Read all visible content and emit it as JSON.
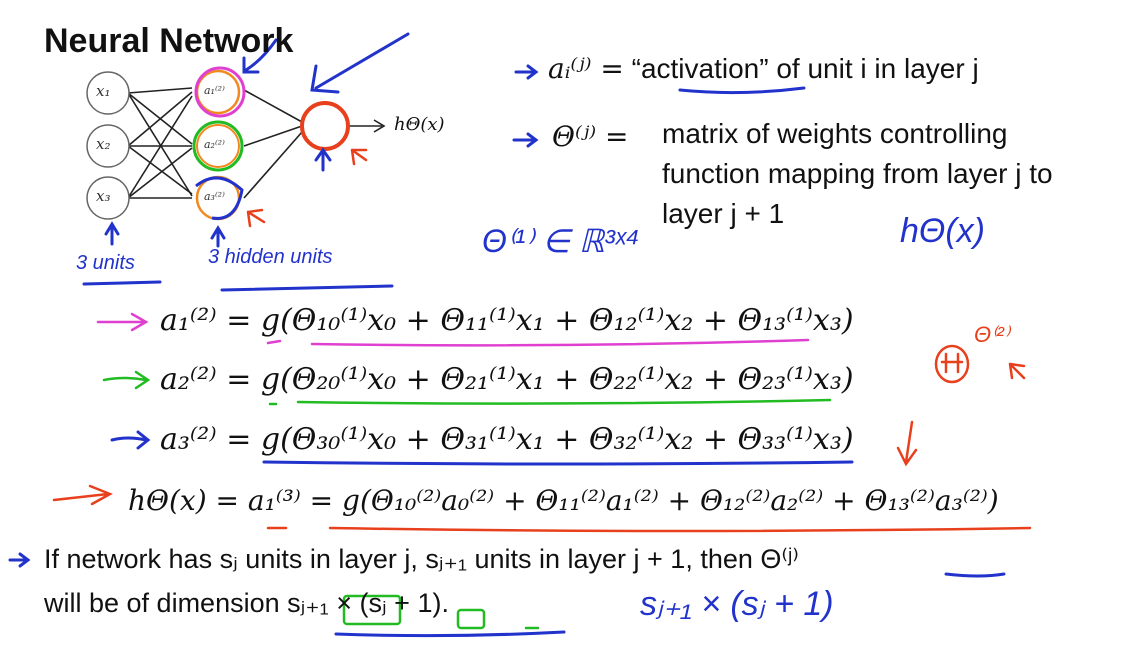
{
  "slide": {
    "title": "Neural Network",
    "network": {
      "inputs": [
        "x₁",
        "x₂",
        "x₃"
      ],
      "hidden": [
        "a₁⁽²⁾",
        "a₂⁽²⁾",
        "a₃⁽²⁾"
      ],
      "output_label": "hΘ(x)"
    },
    "definitions": [
      {
        "symbol": "aᵢ⁽ʲ⁾ =",
        "text": "“activation” of unit i in layer j"
      },
      {
        "symbol": "Θ⁽ʲ⁾ =",
        "lines": [
          "matrix of weights controlling",
          "function mapping from layer j to",
          "layer j + 1"
        ]
      }
    ],
    "equations": [
      "a₁⁽²⁾ = g(Θ₁₀⁽¹⁾x₀ + Θ₁₁⁽¹⁾x₁ + Θ₁₂⁽¹⁾x₂ + Θ₁₃⁽¹⁾x₃)",
      "a₂⁽²⁾ = g(Θ₂₀⁽¹⁾x₀ + Θ₂₁⁽¹⁾x₁ + Θ₂₂⁽¹⁾x₂ + Θ₂₃⁽¹⁾x₃)",
      "a₃⁽²⁾ = g(Θ₃₀⁽¹⁾x₀ + Θ₃₁⁽¹⁾x₁ + Θ₃₂⁽¹⁾x₂ + Θ₃₃⁽¹⁾x₃)",
      "hΘ(x) = a₁⁽³⁾ = g(Θ₁₀⁽²⁾a₀⁽²⁾ + Θ₁₁⁽²⁾a₁⁽²⁾ + Θ₁₂⁽²⁾a₂⁽²⁾ + Θ₁₃⁽²⁾a₃⁽²⁾)"
    ],
    "bottom": {
      "line1": "If network has sⱼ units in layer j, sⱼ₊₁ units in layer j + 1, then Θ⁽ʲ⁾",
      "line2": "will be of dimension sⱼ₊₁ × (sⱼ + 1)."
    },
    "handwritten": {
      "input_units": "3 units",
      "hidden_units": "3 hidden units",
      "theta_dim": "Θ⁽¹⁾ ∈ ℝ³ˣ⁴",
      "h_theta": "hΘ(x)",
      "theta2": "Θ⁽²⁾",
      "dim": "sⱼ₊₁ × (sⱼ + 1)"
    }
  },
  "colors": {
    "ink_blue": "#2233cc",
    "ink_red": "#e8401c",
    "ink_pink": "#e040d0",
    "ink_green": "#22bb22",
    "ink_orange": "#f08a20",
    "text": "#111111"
  }
}
